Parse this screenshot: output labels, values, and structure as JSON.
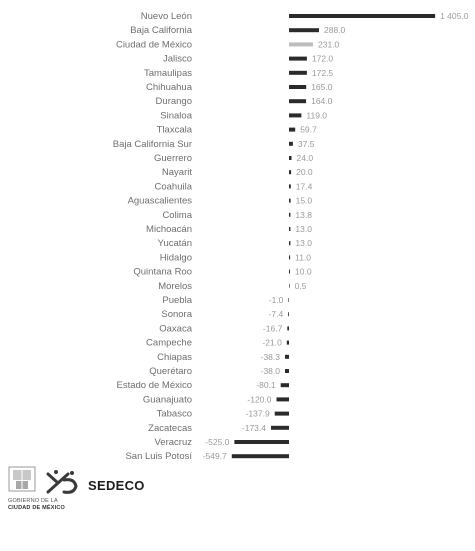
{
  "chart_data": {
    "type": "bar",
    "orientation": "horizontal",
    "bar_color": "#2b2b2b",
    "highlight_color": "#bdbdbd",
    "highlight_category": "Ciudad de México",
    "categories": [
      "Nuevo León",
      "Baja California",
      "Ciudad de México",
      "Jalisco",
      "Tamaulipas",
      "Chihuahua",
      "Durango",
      "Sinaloa",
      "Tlaxcala",
      "Baja California Sur",
      "Guerrero",
      "Nayarit",
      "Coahuila",
      "Aguascalientes",
      "Colima",
      "Michoacán",
      "Yucatán",
      "Hidalgo",
      "Quintana Roo",
      "Morelos",
      "Puebla",
      "Sonora",
      "Oaxaca",
      "Campeche",
      "Chiapas",
      "Querétaro",
      "Estado de México",
      "Guanajuato",
      "Tabasco",
      "Zacatecas",
      "Veracruz",
      "San Luis Potosí"
    ],
    "values": [
      1405.0,
      288.0,
      231.0,
      172.0,
      172.5,
      165.0,
      164.0,
      119.0,
      59.7,
      37.5,
      24.0,
      20.0,
      17.4,
      15.0,
      13.8,
      13.0,
      13.0,
      11.0,
      10.0,
      0.5,
      -1.0,
      -7.4,
      -16.7,
      -21.0,
      -38.3,
      -38.0,
      -80.1,
      -120.0,
      -137.9,
      -173.4,
      -525.0,
      -549.7
    ],
    "value_labels": [
      "1 405.0",
      "288.0",
      "231.0",
      "172.0",
      "172.5",
      "165.0",
      "164.0",
      "119.0",
      "59.7",
      "37.5",
      "24.0",
      "20.0",
      "17.4",
      "15.0",
      "13.8",
      "13.0",
      "13.0",
      "11.0",
      "10.0",
      "0.5",
      "-1.0",
      "-7.4",
      "-16.7",
      "-21.0",
      "-38.3",
      "-38.0",
      "-80.1",
      "-120.0",
      "-137.9",
      "-173.4",
      "-525.0",
      "-549.7"
    ]
  },
  "footer": {
    "gov_line1": "GOBIERNO DE LA",
    "gov_line2": "CIUDAD DE MÉXICO",
    "brand": "SEDECO",
    "seal_icon": "government-seal-icon",
    "brand_icon": "sedeco-logo-icon"
  }
}
